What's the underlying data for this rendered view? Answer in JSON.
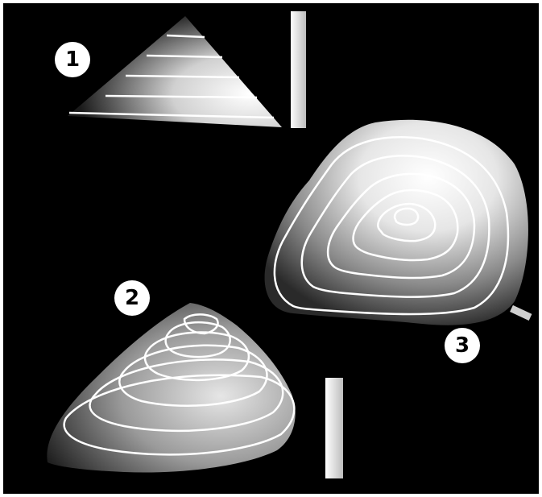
{
  "badges": {
    "one": "1",
    "two": "2",
    "three": "3"
  },
  "colors": {
    "background": "#000000",
    "model": "#e8e8e8",
    "contour_line": "#ffffff",
    "badge": "#ffffff"
  }
}
